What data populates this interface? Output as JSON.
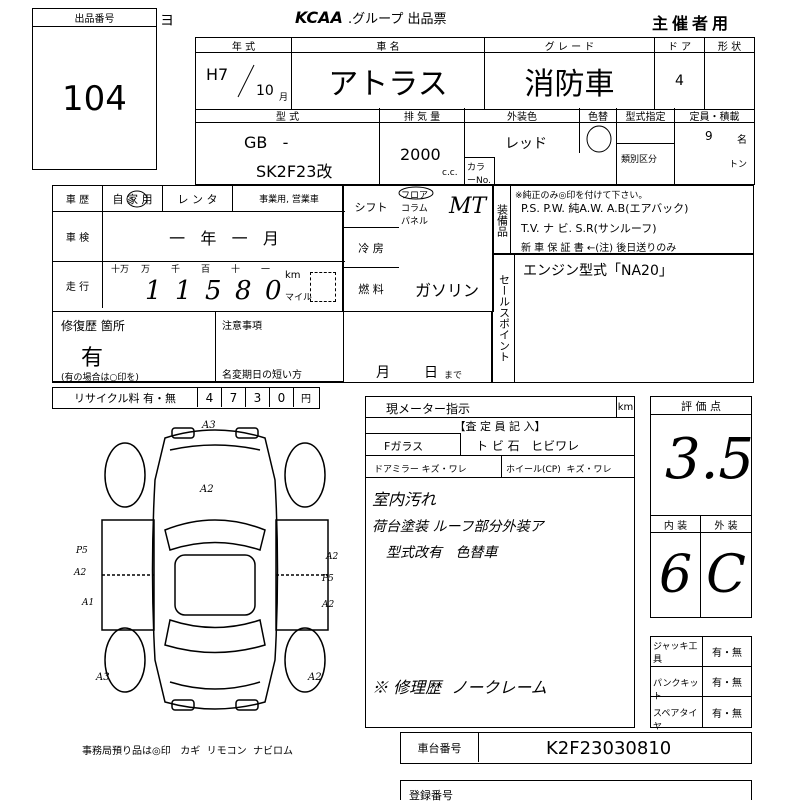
{
  "header": {
    "lot_label": "出品番号",
    "lot_number": "104",
    "mark": "ヨ",
    "logo_text": "KCAA",
    "title": ".グループ 出品票",
    "organizer": "主催者用"
  },
  "row1": {
    "year_label": "年  式",
    "name_label": "車  名",
    "grade_label": "グ レ ー ド",
    "doors_label": "ド ア",
    "shape_label": "形 状",
    "year_era": "H7",
    "year_month": "10",
    "year_unit": "月",
    "car_name": "アトラス",
    "grade": "消防車",
    "doors": "4"
  },
  "row2": {
    "model_label": "型  式",
    "displacement_label": "排 気 量",
    "color_label": "外装色",
    "color_change_label": "色替",
    "type_spec_label": "型式指定",
    "class_label": "類別区分",
    "capacity_label": "定員・積載",
    "model_line1": "GB   -",
    "model_line2": "SK2F23改",
    "displacement": "2000",
    "cc": "c.c.",
    "color": "レッド",
    "color_no_label": "カラーNo.",
    "capacity": "9",
    "capacity_unit": "名",
    "tons": "トン"
  },
  "history": {
    "history_label": "車  歴",
    "history_options": "自 家 用",
    "rental": "レ ン タ",
    "business": "事業用, 営業車",
    "inspection_label": "車  検",
    "inspection_value": "一   年   一   月",
    "mileage_label": "走  行",
    "digit_labels": [
      "十万",
      "万",
      "千",
      "百",
      "十",
      "一"
    ],
    "mileage_digits": [
      "",
      "1",
      "1",
      "5",
      "8",
      "0"
    ],
    "km": "km",
    "mile": "マイル",
    "repair_label": "修復歴 箇所",
    "repair_value": "有",
    "repair_note": "(有の場合は○印を)",
    "notes_label": "注意事項",
    "short_term": "名変期日の短い方",
    "month": "月",
    "day": "日",
    "until": "まで",
    "recycle_label": "リサイクル料 有・無",
    "recycle_digits": [
      "4",
      "7",
      "3",
      "0"
    ],
    "yen": "円"
  },
  "mid": {
    "shift_label": "シフト",
    "shift_options": [
      "フロア",
      "コラム",
      "パネル"
    ],
    "shift_value": "MT",
    "ac_label": "冷  房",
    "fuel_label": "燃  料",
    "fuel_value": "ガソリン"
  },
  "equipment": {
    "label": "装備品",
    "note": "※純正のみ◎印を付けて下さい。",
    "line1": "P.S. P.W. 純A.W. A.B(エアバック)",
    "line2": "T.V. ナ ビ. S.R(サンルーフ)",
    "line3": "新 車 保 証 書 ←(注) 後日送りのみ"
  },
  "sales": {
    "label": "セールスポイント",
    "value": "エンジン型式「NA20」"
  },
  "inspection": {
    "meter_label": "現メーター指示",
    "km": "km",
    "section_label": "【査 定 員 記 入】",
    "glass_label": "Fガラス",
    "glass_options": "ト ビ 石   ヒビワレ",
    "mirror_label": "ドアミラー キズ・ワレ",
    "wheel_label": "ホイール(CP)  キズ・ワレ",
    "note1": "室内汚れ",
    "note2": "荷台塗装 ルーフ部分外装ア",
    "note3": "型式改有   色替車",
    "note4": "※ 修理歴  ノークレーム"
  },
  "score": {
    "label": "評 価 点",
    "value": "3.5",
    "interior_label": "内 装",
    "exterior_label": "外 装",
    "interior": "6",
    "exterior": "C"
  },
  "tools": {
    "jack_label": "ジャッキ工 具",
    "jack_value": "有・無",
    "puncture_label": "パンクキット",
    "puncture_value": "有・無",
    "spare_label": "スペアタイヤ",
    "spare_value": "有・無"
  },
  "diagram": {
    "marks": [
      "A3",
      "A2",
      "P5",
      "A2",
      "A1",
      "A2",
      "P5",
      "A2",
      "A3",
      "A2"
    ]
  },
  "footer": {
    "office_note": "事務局預り品は◎印   カギ  リモコン  ナビロム",
    "chassis_label": "車台番号",
    "chassis_value": "K2F23030810",
    "reg_label": "登録番号"
  }
}
